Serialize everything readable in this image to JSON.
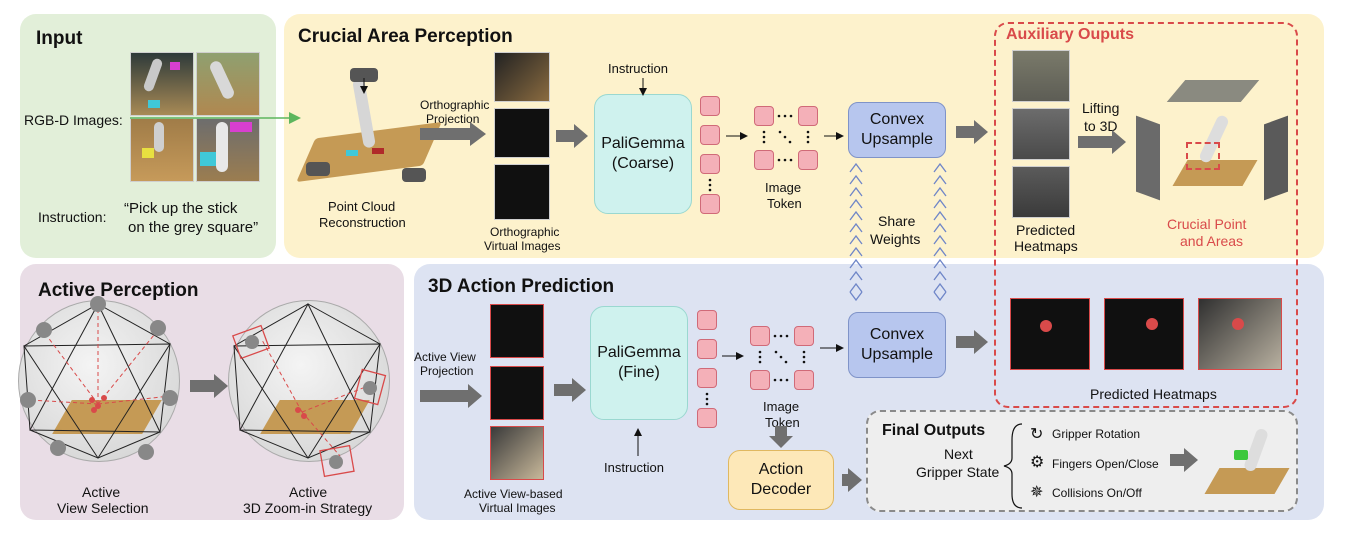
{
  "input": {
    "title": "Input",
    "rgbd_label": "RGB-D Images:",
    "instruction_label": "Instruction:",
    "instruction_line1": "“Pick up the stick",
    "instruction_line2": "on the grey square”"
  },
  "crucial": {
    "title": "Crucial Area Perception",
    "point_cloud_line1": "Point Cloud",
    "point_cloud_line2": "Reconstruction",
    "ortho_proj_line1": "Orthographic",
    "ortho_proj_line2": "Projection",
    "ortho_virtual_line1": "Orthographic",
    "ortho_virtual_line2": "Virtual Images",
    "instruction": "Instruction",
    "paligemma_line1": "PaliGemma",
    "paligemma_line2": "(Coarse)",
    "image_token_line1": "Image",
    "image_token_line2": "Token",
    "convex_line1": "Convex",
    "convex_line2": "Upsample",
    "share_line1": "Share",
    "share_line2": "Weights"
  },
  "auxiliary": {
    "title": "Auxiliary Ouputs",
    "lifting_line1": "Lifting",
    "lifting_line2": "to 3D",
    "predicted_line1": "Predicted",
    "predicted_line2": "Heatmaps",
    "crucial_line1": "Crucial Point",
    "crucial_line2": "and Areas",
    "predicted_heatmaps": "Predicted Heatmaps"
  },
  "active": {
    "title": "Active Perception",
    "sel_line1": "Active",
    "sel_line2": "View Selection",
    "zoom_line1": "Active",
    "zoom_line2": "3D Zoom-in Strategy"
  },
  "action": {
    "title": "3D Action Prediction",
    "proj_line1": "Active View",
    "proj_line2": "Projection",
    "virtual_line1": "Active View-based",
    "virtual_line2": "Virtual Images",
    "paligemma_line1": "PaliGemma",
    "paligemma_line2": "(Fine)",
    "instruction": "Instruction",
    "image_token_line1": "Image",
    "image_token_line2": "Token",
    "convex_line1": "Convex",
    "convex_line2": "Upsample",
    "decoder_line1": "Action",
    "decoder_line2": "Decoder"
  },
  "final": {
    "title": "Final Outputs",
    "next_line1": "Next",
    "next_line2": "Gripper State",
    "items": [
      "Gripper Rotation",
      "Fingers Open/Close",
      "Collisions On/Off"
    ]
  },
  "colors": {
    "input_bg": "#e2efd9",
    "crucial_bg": "#fdf2cc",
    "active_bg": "#e9dde6",
    "action_bg": "#dde3f2",
    "final_bg": "#eeeeee",
    "paligemma_bg": "#cff2ee",
    "convex_bg": "#b7c6ee",
    "decoder_bg": "#fde8b8",
    "token": "#f4b0b8",
    "accent_red": "#d94a4a",
    "arrow_gray": "#6f6f6f"
  }
}
